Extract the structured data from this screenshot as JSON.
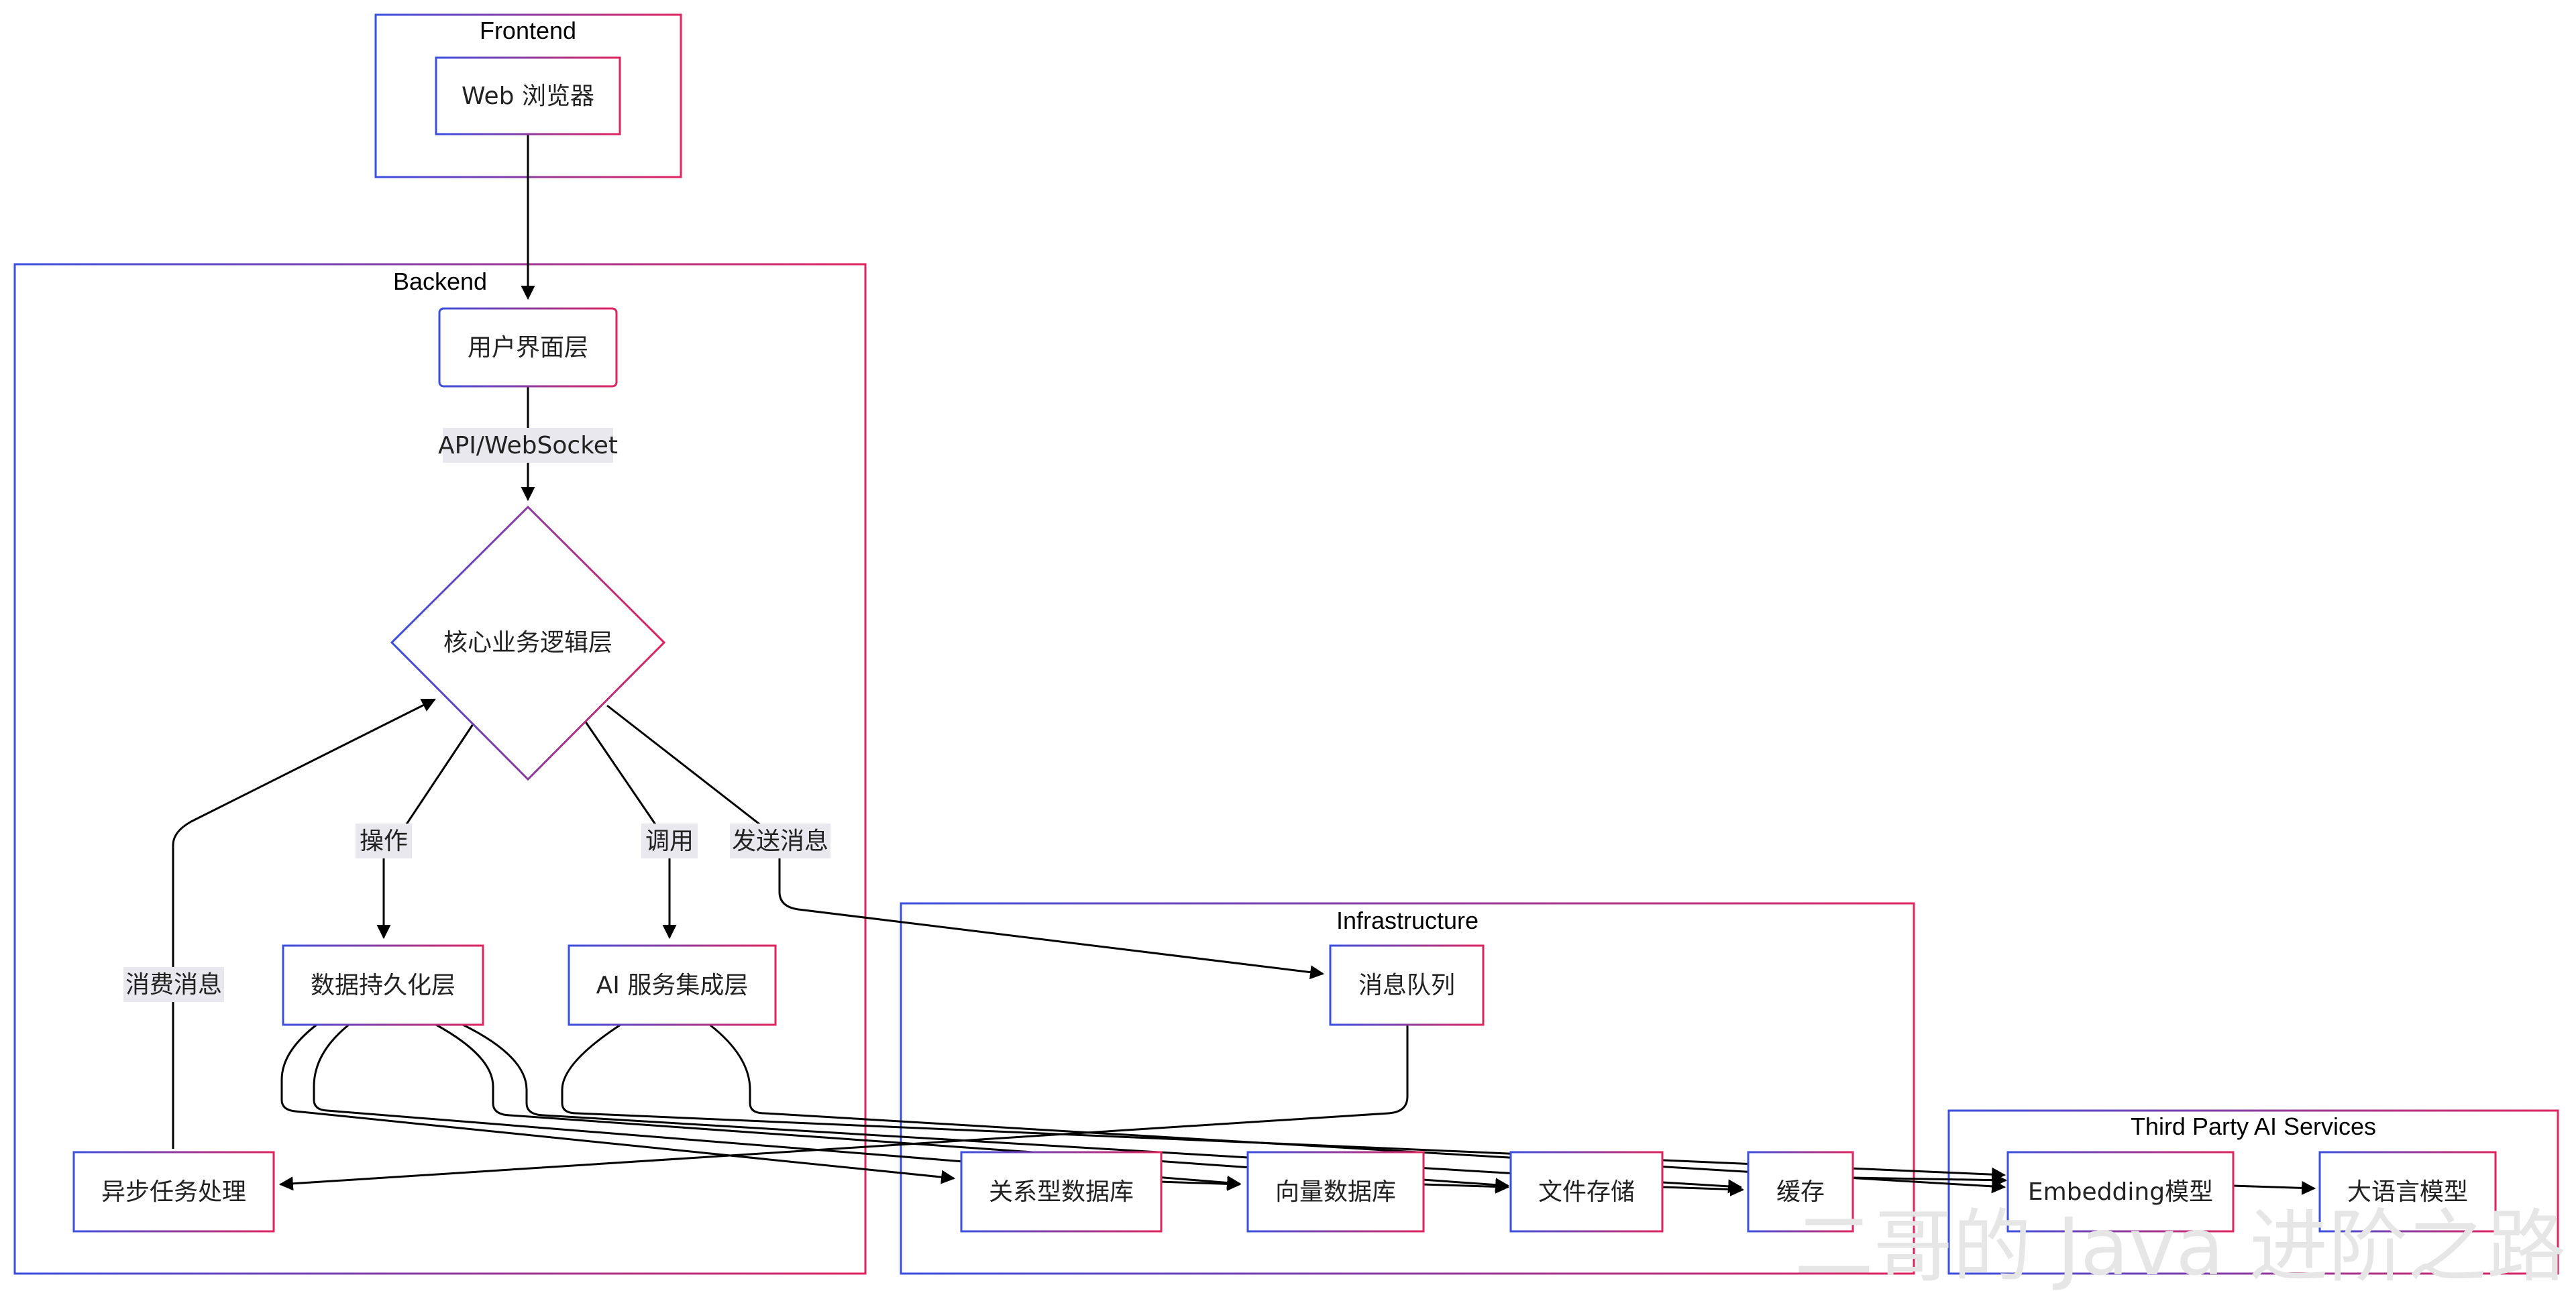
{
  "groups": {
    "frontend": "Frontend",
    "backend": "Backend",
    "infrastructure": "Infrastructure",
    "third_party": "Third Party AI Services"
  },
  "nodes": {
    "web_browser": "Web 浏览器",
    "ui_layer": "用户界面层",
    "core_logic": "核心业务逻辑层",
    "persistence": "数据持久化层",
    "ai_integration": "AI 服务集成层",
    "async_tasks": "异步任务处理",
    "message_queue": "消息队列",
    "relational_db": "关系型数据库",
    "vector_db": "向量数据库",
    "file_storage": "文件存储",
    "cache": "缓存",
    "embedding_model": "Embedding模型",
    "llm": "大语言模型"
  },
  "edge_labels": {
    "api_websocket": "API/WebSocket",
    "operate": "操作",
    "invoke": "调用",
    "send_message": "发送消息",
    "consume_message": "消费消息"
  },
  "watermark": "二哥的 Java 进阶之路",
  "colors": {
    "border_blue": "#3a4fe0",
    "border_red": "#e0245e",
    "edge": "#000000",
    "edge_label_bg": "#e8e8ee"
  }
}
